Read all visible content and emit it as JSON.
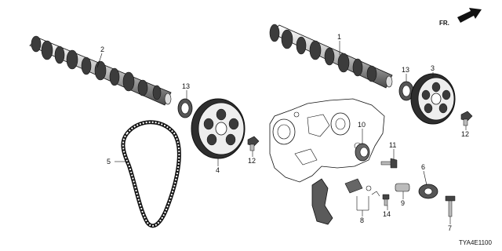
{
  "direction_label": "FR.",
  "diagram_code": "TYA4E1100",
  "callouts": {
    "p1": "1",
    "p2": "2",
    "p3": "3",
    "p4": "4",
    "p5": "5",
    "p6": "6",
    "p7": "7",
    "p8": "8",
    "p9": "9",
    "p10": "10",
    "p11": "11",
    "p12a": "12",
    "p12b": "12",
    "p13a": "13",
    "p13b": "13",
    "p14": "14"
  }
}
